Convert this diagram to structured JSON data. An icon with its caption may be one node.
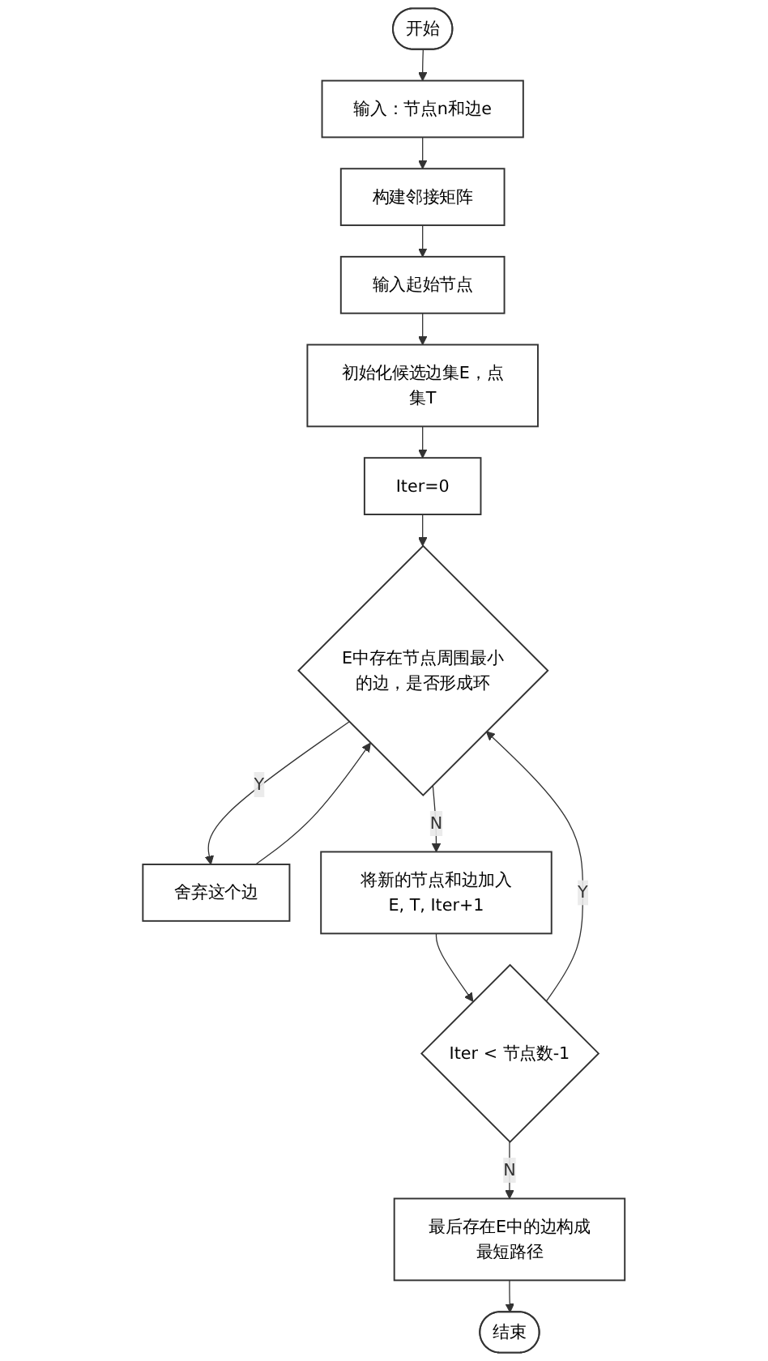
{
  "diagram": {
    "nodes": [
      {
        "text": [
          "开始"
        ]
      },
      {
        "text": [
          "输入：节点n和边e"
        ]
      },
      {
        "text": [
          "构建邻接矩阵"
        ]
      },
      {
        "text": [
          "输入起始节点"
        ]
      },
      {
        "text": [
          "初始化候选边集E，点集T"
        ]
      },
      {
        "text": [
          "Iter=0"
        ]
      },
      {
        "text": [
          "E中存在节点周围最小的边，是否形成环"
        ]
      },
      {
        "text": [
          "舍弃这个边"
        ]
      },
      {
        "text": [
          "将新的节点和边加入E, T, Iter+1"
        ]
      },
      {
        "text": [
          "Iter < 节点数-1"
        ]
      },
      {
        "text": [
          "最后存在E中的边构成最短路径"
        ]
      },
      {
        "text": [
          "结束"
        ]
      }
    ],
    "edges": [
      {
        "from": 0,
        "to": 1,
        "arrow": "to"
      },
      {
        "from": 1,
        "to": 2,
        "arrow": "to"
      },
      {
        "from": 2,
        "to": 3,
        "arrow": "to"
      },
      {
        "from": 3,
        "to": 4,
        "arrow": "to"
      },
      {
        "from": 4,
        "to": 5,
        "arrow": "to"
      },
      {
        "from": 5,
        "to": 6,
        "arrow": "to"
      },
      {
        "from": 6,
        "to": 7,
        "arrow": "to",
        "label": "Y"
      },
      {
        "from": 7,
        "to": 6,
        "arrow": "to"
      },
      {
        "from": 6,
        "to": 8,
        "arrow": "to",
        "label": "N"
      },
      {
        "from": 8,
        "to": 9,
        "arrow": "to"
      },
      {
        "from": 9,
        "to": 6,
        "arrow": "to",
        "label": "Y"
      },
      {
        "from": 9,
        "to": 10,
        "arrow": "to",
        "label": "N"
      },
      {
        "from": 10,
        "to": 11,
        "arrow": "to"
      }
    ]
  }
}
